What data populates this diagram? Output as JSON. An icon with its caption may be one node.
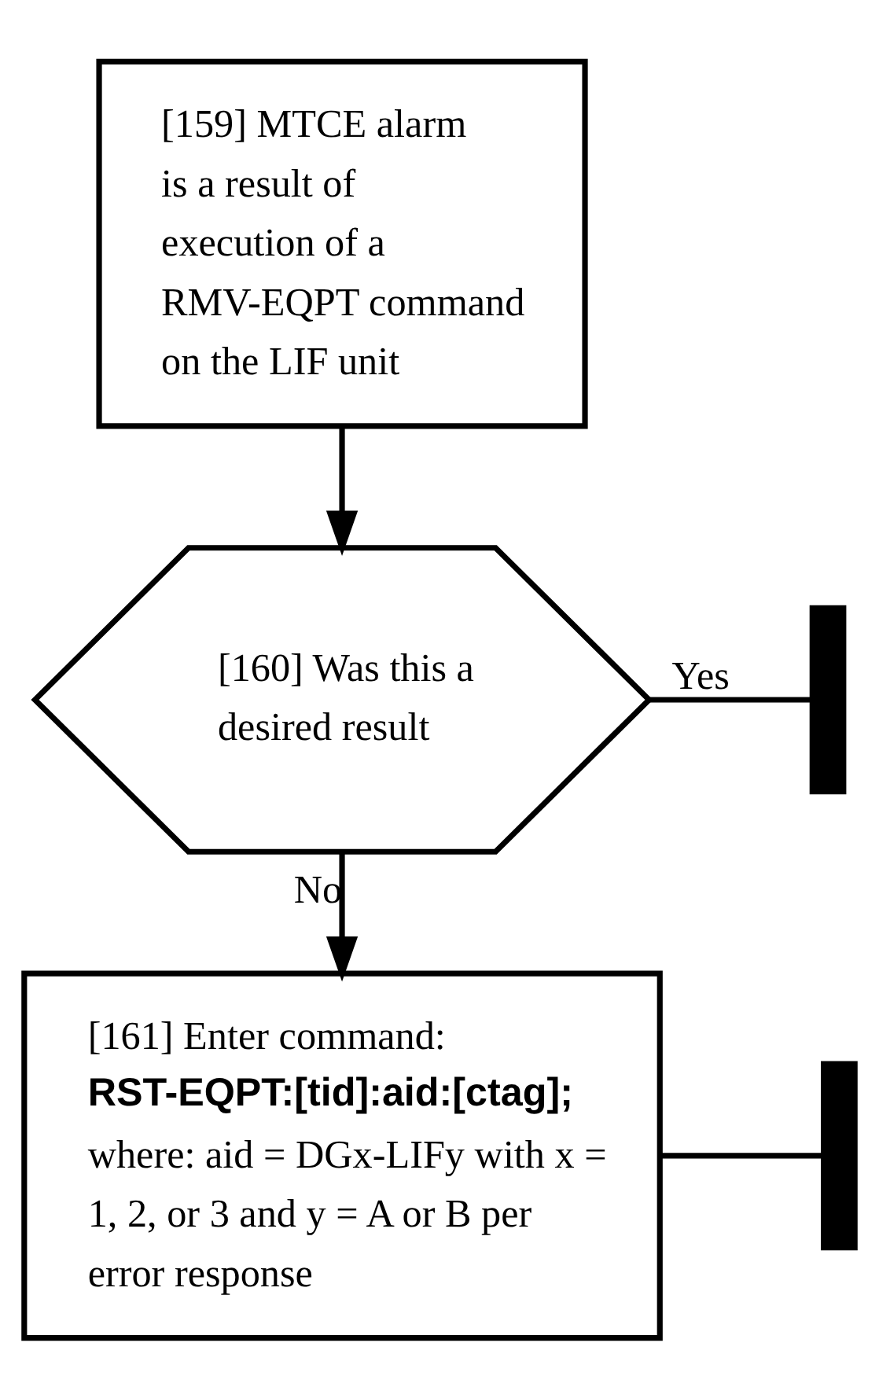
{
  "diagram": {
    "nodes": [
      {
        "text": [
          "[159] MTCE alarm is a result of execution of a RMV-EQPT command on the LIF unit"
        ]
      },
      {
        "text": [
          "[160] Was this a desired result"
        ]
      },
      {
        "text": [],
        "shape": "bar"
      },
      {
        "text": [
          "[161] Enter command:",
          "RST-EQPT:[tid]:aid:[ctag];",
          "where: aid = DGx-LIFy with x = 1, 2, or 3 and y = A or B per error response"
        ]
      },
      {
        "text": [],
        "shape": "bar"
      }
    ],
    "edges": [
      {
        "from": 0,
        "to": 1,
        "arrow": "to"
      },
      {
        "from": 1,
        "to": 2,
        "arrow": "none",
        "label": "Yes"
      },
      {
        "from": 1,
        "to": 3,
        "arrow": "to",
        "label": "No"
      },
      {
        "from": 3,
        "to": 4,
        "arrow": "none"
      }
    ]
  }
}
